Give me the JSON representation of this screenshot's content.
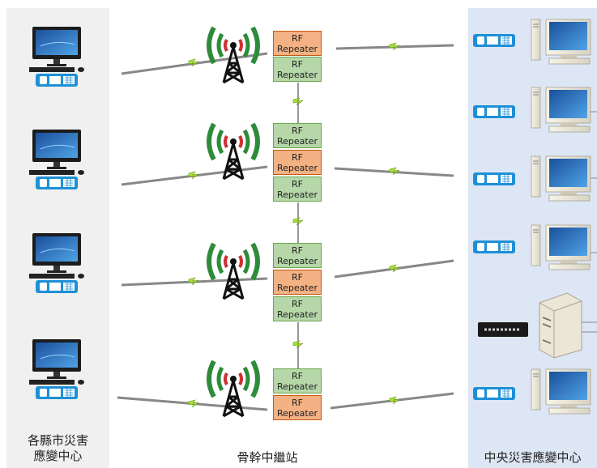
{
  "captions": {
    "left": "各縣市災害\n應變中心",
    "middle": "骨幹中繼站",
    "right": "中央災害應變中心"
  },
  "repeater": {
    "line1": "RF",
    "line2": "Repeater"
  },
  "colors": {
    "left_panel": "#f0f0f0",
    "right_panel": "#dde6f4",
    "repeater_green": "#b6d7a8",
    "repeater_orange": "#f4b183",
    "radio_blue": "#1e90d6",
    "wave_green": "#2e8b3a",
    "wave_red": "#d03030",
    "link_green": "#a6e22e"
  },
  "icons": [
    "desktop-computer-icon",
    "two-way-radio-icon",
    "antenna-tower-icon",
    "network-switch-icon",
    "server-tower-icon",
    "wireless-link-icon"
  ]
}
